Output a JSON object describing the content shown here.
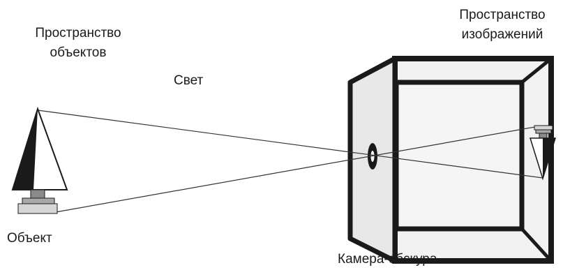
{
  "labels": {
    "object_space": [
      "Пространство",
      "объектов"
    ],
    "light": "Свет",
    "image_space": [
      "Пространство",
      "изображений"
    ],
    "object": "Объект",
    "camera": "Камера-обскура"
  },
  "colors": {
    "ink": "#1a1a1a",
    "line": "#333333",
    "box_fill": "#f2f2f2",
    "box_side": "#e4e4e4",
    "base_light": "#d6d6d6",
    "base_dark": "#8a8a8a"
  }
}
